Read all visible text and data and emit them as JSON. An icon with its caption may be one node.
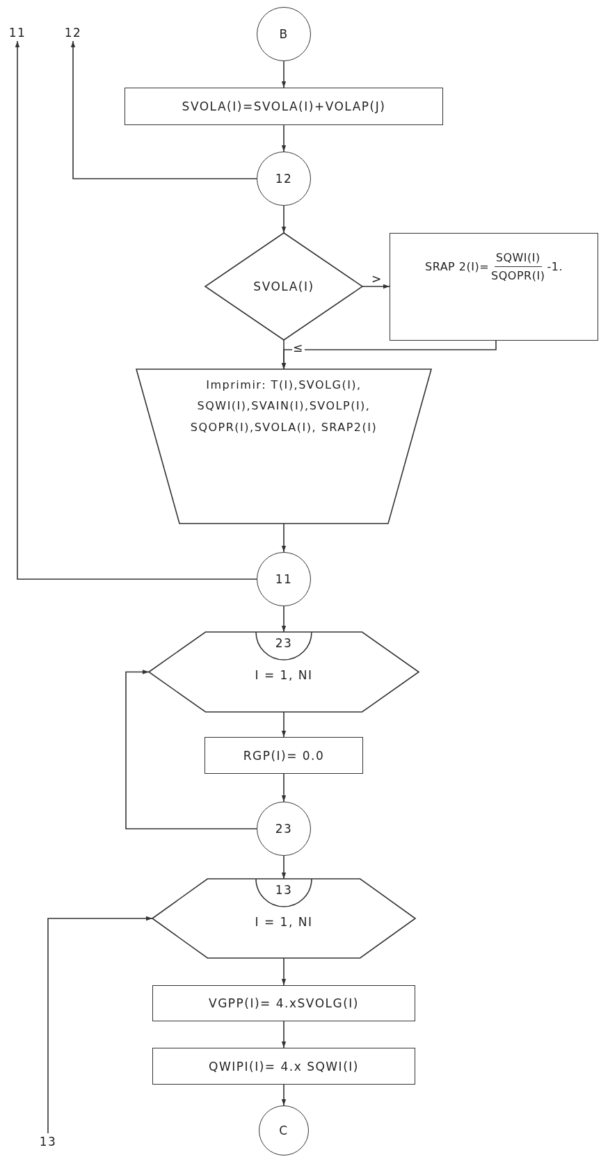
{
  "diagram": {
    "nodes": [
      {
        "text": [
          "11"
        ]
      },
      {
        "text": [
          "12"
        ]
      },
      {
        "text": [
          "B"
        ]
      },
      {
        "text": [
          "SVOLA(I)=SVOLA(I)+VOLAP(J)"
        ]
      },
      {
        "text": [
          "12"
        ]
      },
      {
        "text": [
          "SVOLA(I)"
        ]
      },
      {
        "text": [
          "SRAP 2(I)=",
          "SQWI(I)",
          "SQOPR(I)",
          "-1."
        ]
      },
      {
        "text": [
          "Imprimir: T(I),SVOLG(I), SQWI(I),SVAIN(I),SVOLP(I), SQOPR(I),SVOLA(I), SRAP2(I)"
        ]
      },
      {
        "text": [
          "11"
        ]
      },
      {
        "text": [
          "23",
          "I = 1, NI"
        ]
      },
      {
        "text": [
          "RGP(I)= 0.0"
        ]
      },
      {
        "text": [
          "23"
        ]
      },
      {
        "text": [
          "13",
          "I = 1, NI"
        ]
      },
      {
        "text": [
          "VGPP(I)= 4.xSVOLG(I)"
        ]
      },
      {
        "text": [
          "QWIPI(I)= 4.x SQWI(I)"
        ]
      },
      {
        "text": [
          "13"
        ]
      },
      {
        "text": [
          "C"
        ]
      }
    ],
    "edges": [
      {
        "from": 2,
        "to": 3,
        "arrow": "to"
      },
      {
        "from": 3,
        "to": 4,
        "arrow": "to"
      },
      {
        "from": 4,
        "to": 1,
        "arrow": "to"
      },
      {
        "from": 4,
        "to": 5,
        "arrow": "to"
      },
      {
        "from": 5,
        "to": 6,
        "arrow": "to",
        "label": ">"
      },
      {
        "from": 5,
        "to": 7,
        "arrow": "to",
        "label": "≤"
      },
      {
        "from": 6,
        "to": 7,
        "arrow": "to"
      },
      {
        "from": 7,
        "to": 8,
        "arrow": "to"
      },
      {
        "from": 8,
        "to": 0,
        "arrow": "to"
      },
      {
        "from": 8,
        "to": 9,
        "arrow": "to"
      },
      {
        "from": 9,
        "to": 10,
        "arrow": "to"
      },
      {
        "from": 10,
        "to": 11,
        "arrow": "to"
      },
      {
        "from": 11,
        "to": 9,
        "arrow": "to"
      },
      {
        "from": 11,
        "to": 12,
        "arrow": "to"
      },
      {
        "from": 12,
        "to": 13,
        "arrow": "to"
      },
      {
        "from": 13,
        "to": 14,
        "arrow": "to"
      },
      {
        "from": 14,
        "to": 16,
        "arrow": "to"
      },
      {
        "from": 15,
        "to": 12,
        "arrow": "to"
      }
    ]
  }
}
